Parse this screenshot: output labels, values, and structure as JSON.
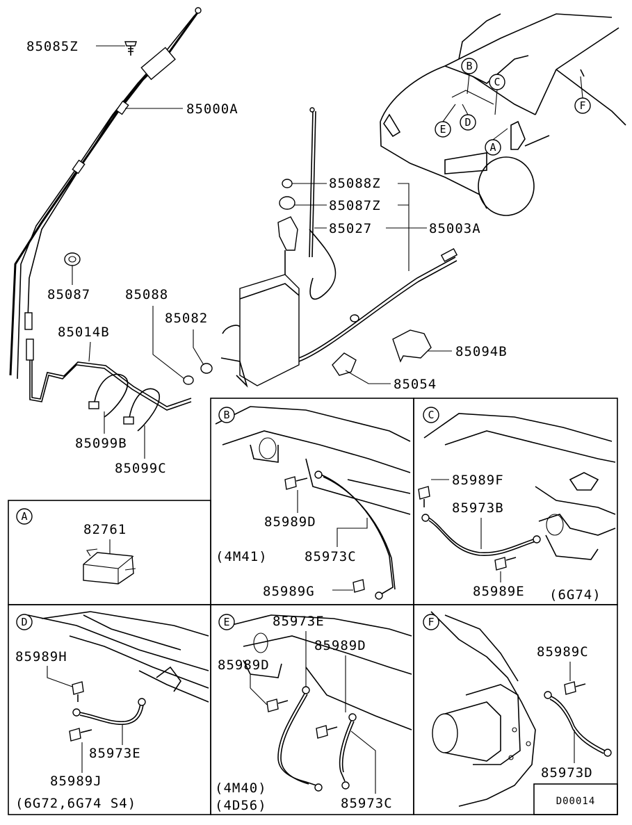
{
  "diagram_code": "D00014",
  "parts": {
    "p85085Z": "85085Z",
    "p85000A": "85000A",
    "p85088Z": "85088Z",
    "p85087Z": "85087Z",
    "p85027": "85027",
    "p85003A": "85003A",
    "p85087": "85087",
    "p85088": "85088",
    "p85082": "85082",
    "p85014B": "85014B",
    "p85094B": "85094B",
    "p85054": "85054",
    "p85099B": "85099B",
    "p85099C": "85099C"
  },
  "callouts": [
    "A",
    "B",
    "C",
    "D",
    "E",
    "F"
  ],
  "panels": {
    "A": {
      "letter": "A",
      "parts": [
        "82761"
      ]
    },
    "B": {
      "letter": "B",
      "parts": [
        "85989D",
        "85973C",
        "85989G"
      ],
      "engine": "(4M41)"
    },
    "C": {
      "letter": "C",
      "parts": [
        "85989F",
        "85973B",
        "85989E"
      ],
      "engine": "(6G74)"
    },
    "D": {
      "letter": "D",
      "parts": [
        "85989H",
        "85973E",
        "85989J"
      ],
      "engine": "(6G72,6G74 S4)"
    },
    "E": {
      "letter": "E",
      "parts": [
        "85973E",
        "85989D",
        "85989D",
        "85973C"
      ],
      "engine_1": "(4M40)",
      "engine_2": "(4D56)"
    },
    "F": {
      "letter": "F",
      "parts": [
        "85989C",
        "85973D"
      ]
    }
  }
}
